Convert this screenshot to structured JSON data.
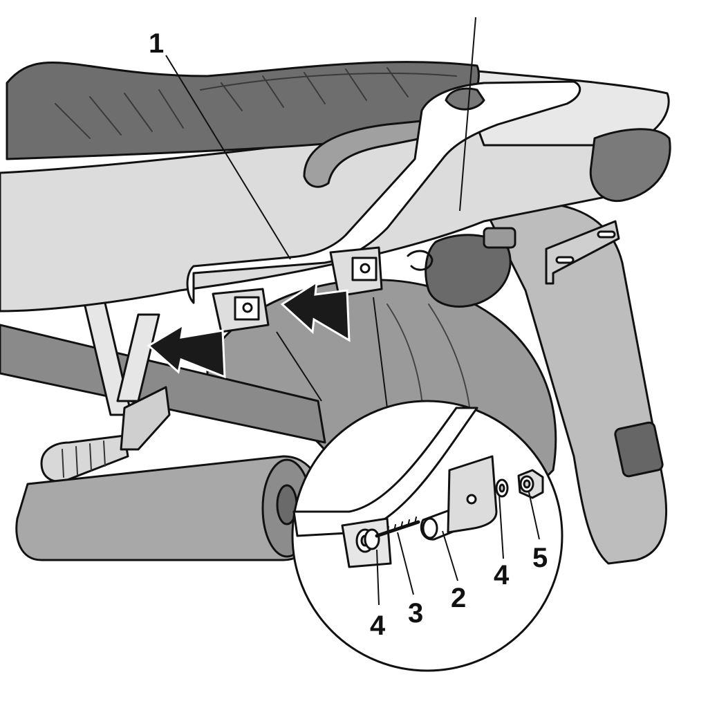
{
  "colors": {
    "background": "#ffffff",
    "outline": "#111111",
    "seat_dark": "#6e6e6e",
    "body_light": "#dcdcdc",
    "tire": "#9a9a9a",
    "metal": "#c8c8c8",
    "arrow": "#1a1a1a",
    "rack": "#ffffff"
  },
  "callouts": {
    "rack": "1",
    "washer_left": "4",
    "bolt": "3",
    "spacer": "2",
    "washer_right": "4",
    "nut": "5"
  }
}
